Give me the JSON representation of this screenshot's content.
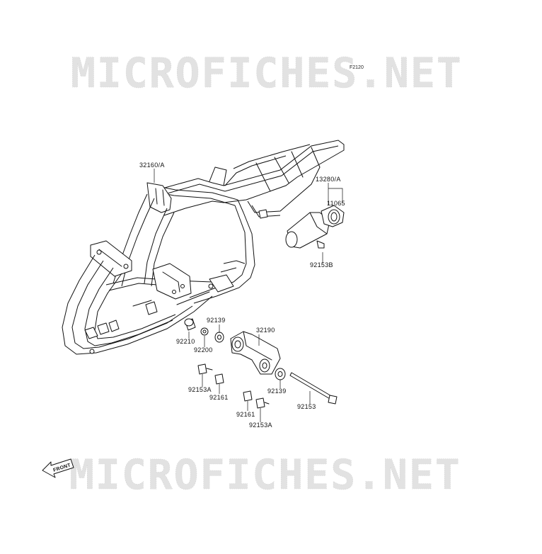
{
  "figure_code": "F2120",
  "watermark": {
    "top": "MICROFICHES.NET",
    "bottom": "MICROFICHES.NET"
  },
  "front_arrow": {
    "label": "FRONT"
  },
  "labels": {
    "frame": "32160/A",
    "seat_assy": "13280/A",
    "seat_clamp": "11065",
    "bolt_seat": "92153B",
    "bracket": "32190",
    "collar_a": "92139",
    "collar_b": "92139",
    "bushing": "92210",
    "washer": "92200",
    "bolt_a1": "92153A",
    "bolt_a2": "92153A",
    "nut_1": "92161",
    "nut_2": "92161",
    "long_bolt": "92153"
  }
}
